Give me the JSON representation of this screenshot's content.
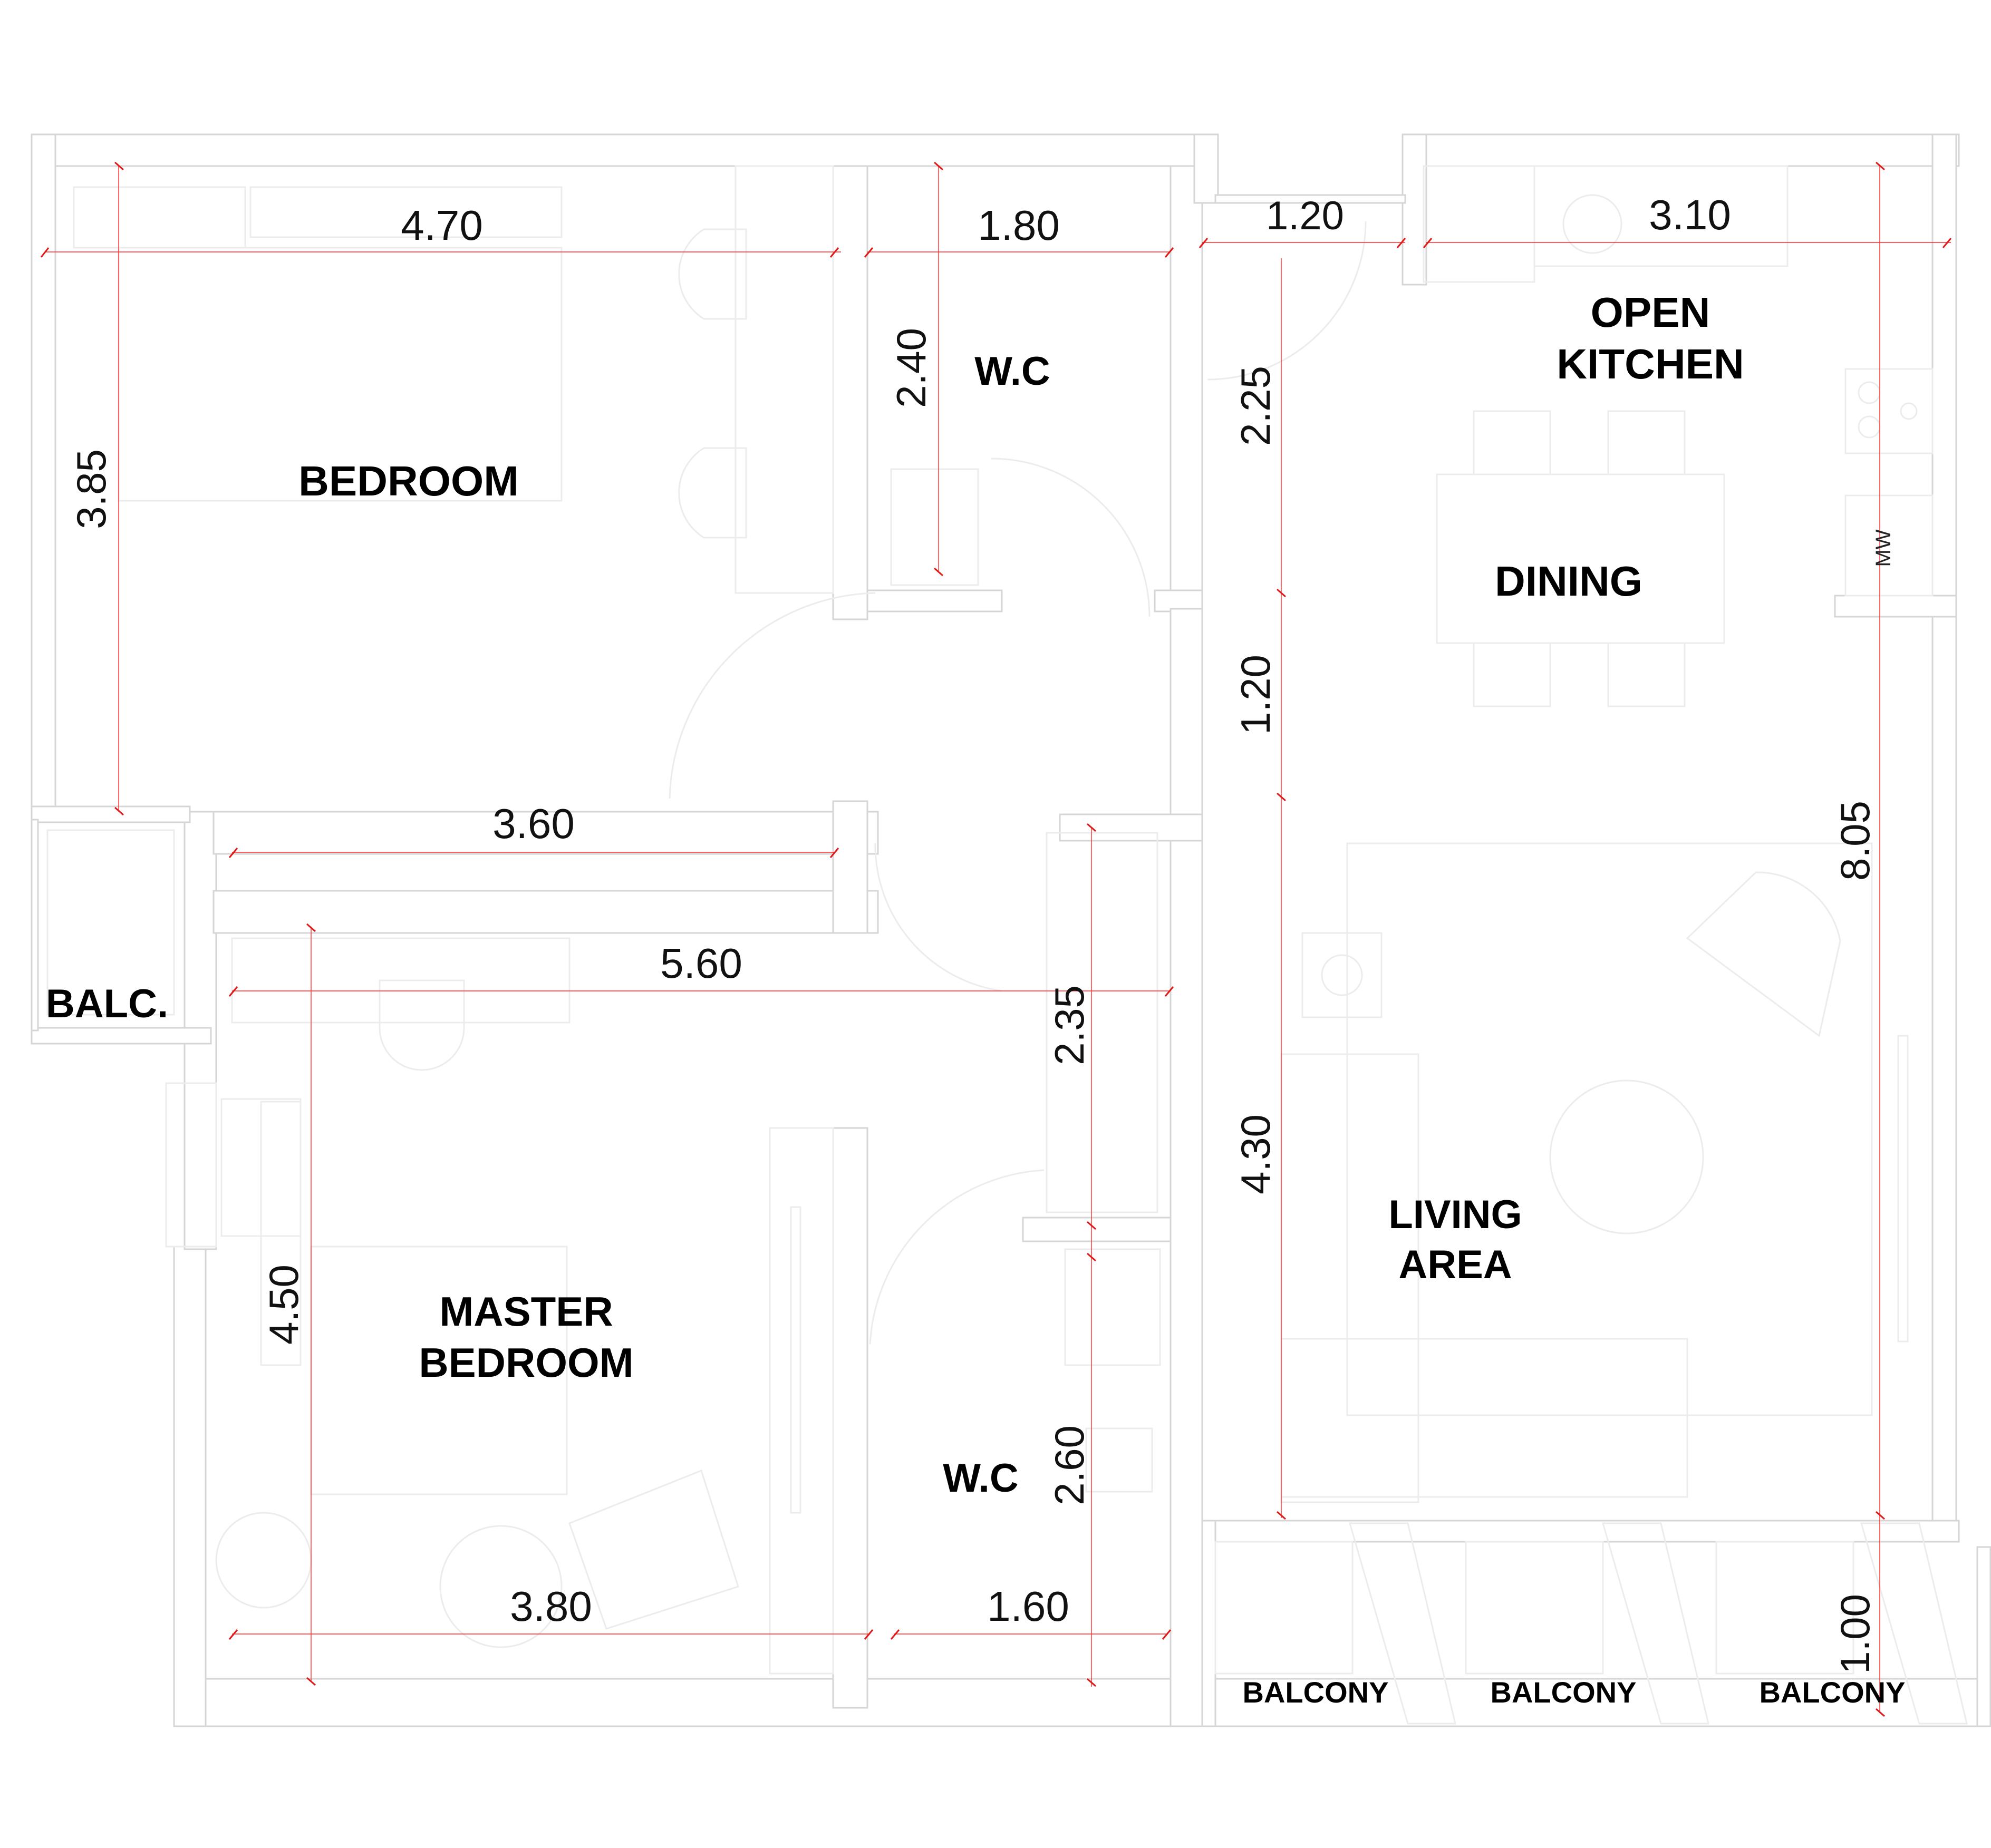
{
  "rooms": {
    "bedroom": "BEDROOM",
    "wc_top": "W.C",
    "open_kitchen_1": "OPEN",
    "open_kitchen_2": "KITCHEN",
    "dining": "DINING",
    "balc": "BALC.",
    "living_1": "LIVING",
    "living_2": "AREA",
    "master_1": "MASTER",
    "master_2": "BEDROOM",
    "wc_bottom": "W.C",
    "balcony_1": "BALCONY",
    "balcony_2": "BALCONY",
    "balcony_3": "BALCONY"
  },
  "appliance": {
    "microwave": "MW"
  },
  "dimensions": {
    "bed_width": "4.70",
    "wc_width": "1.80",
    "door_width": "1.20",
    "kitchen_width": "3.10",
    "bed_depth": "3.85",
    "wc_depth": "2.40",
    "kitchen_depth": "2.25",
    "hall_depth": "1.20",
    "corridor_width": "3.60",
    "master_span": "5.60",
    "wc2_upper": "2.35",
    "total_depth": "8.05",
    "living_depth": "4.30",
    "master_depth": "4.50",
    "wc2_depth": "2.60",
    "master_width": "3.80",
    "wc2_width": "1.60",
    "balcony_depth": "1.00"
  }
}
